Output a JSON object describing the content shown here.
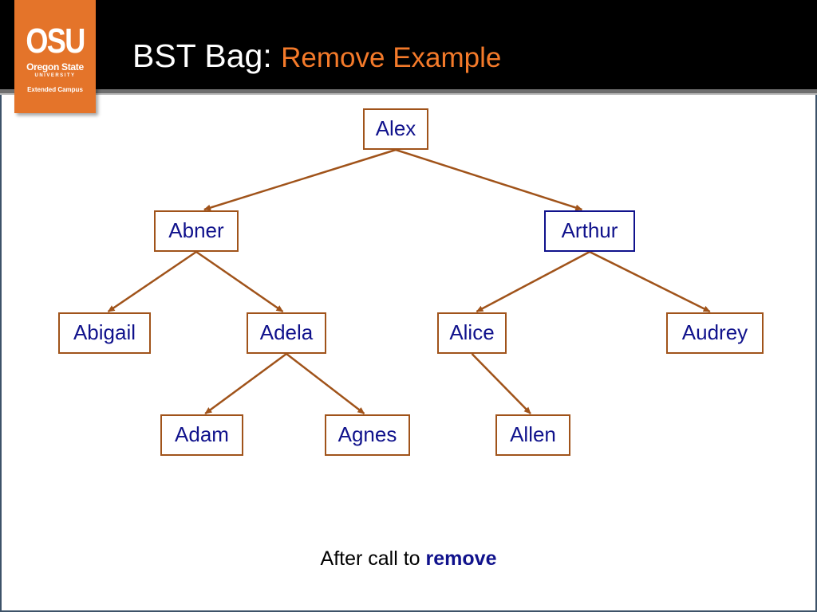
{
  "header": {
    "title_prefix": "BST Bag:",
    "title_accent": "Remove Example",
    "logo": {
      "mark": "OSU",
      "name": "Oregon State",
      "sub": "UNIVERSITY",
      "tagline": "Extended Campus"
    }
  },
  "colors": {
    "header_bg": "#000000",
    "logo_bg": "#e4742a",
    "title_accent": "#f47a2a",
    "node_border": "#a0531a",
    "node_text": "#10128c",
    "edge": "#a0531a",
    "highlight_border": "#10128c"
  },
  "tree": {
    "nodes": [
      {
        "id": "alex",
        "label": "Alex"
      },
      {
        "id": "abner",
        "label": "Abner"
      },
      {
        "id": "arthur",
        "label": "Arthur",
        "highlighted": true
      },
      {
        "id": "abigail",
        "label": "Abigail"
      },
      {
        "id": "adela",
        "label": "Adela"
      },
      {
        "id": "alice",
        "label": "Alice"
      },
      {
        "id": "audrey",
        "label": "Audrey"
      },
      {
        "id": "adam",
        "label": "Adam"
      },
      {
        "id": "agnes",
        "label": "Agnes"
      },
      {
        "id": "allen",
        "label": "Allen"
      }
    ],
    "edges": [
      {
        "from": "alex",
        "to": "abner"
      },
      {
        "from": "alex",
        "to": "arthur"
      },
      {
        "from": "abner",
        "to": "abigail"
      },
      {
        "from": "abner",
        "to": "adela"
      },
      {
        "from": "arthur",
        "to": "alice"
      },
      {
        "from": "arthur",
        "to": "audrey"
      },
      {
        "from": "adela",
        "to": "adam"
      },
      {
        "from": "adela",
        "to": "agnes"
      },
      {
        "from": "alice",
        "to": "allen"
      }
    ]
  },
  "caption": {
    "prefix": "After call to",
    "keyword": "remove"
  }
}
